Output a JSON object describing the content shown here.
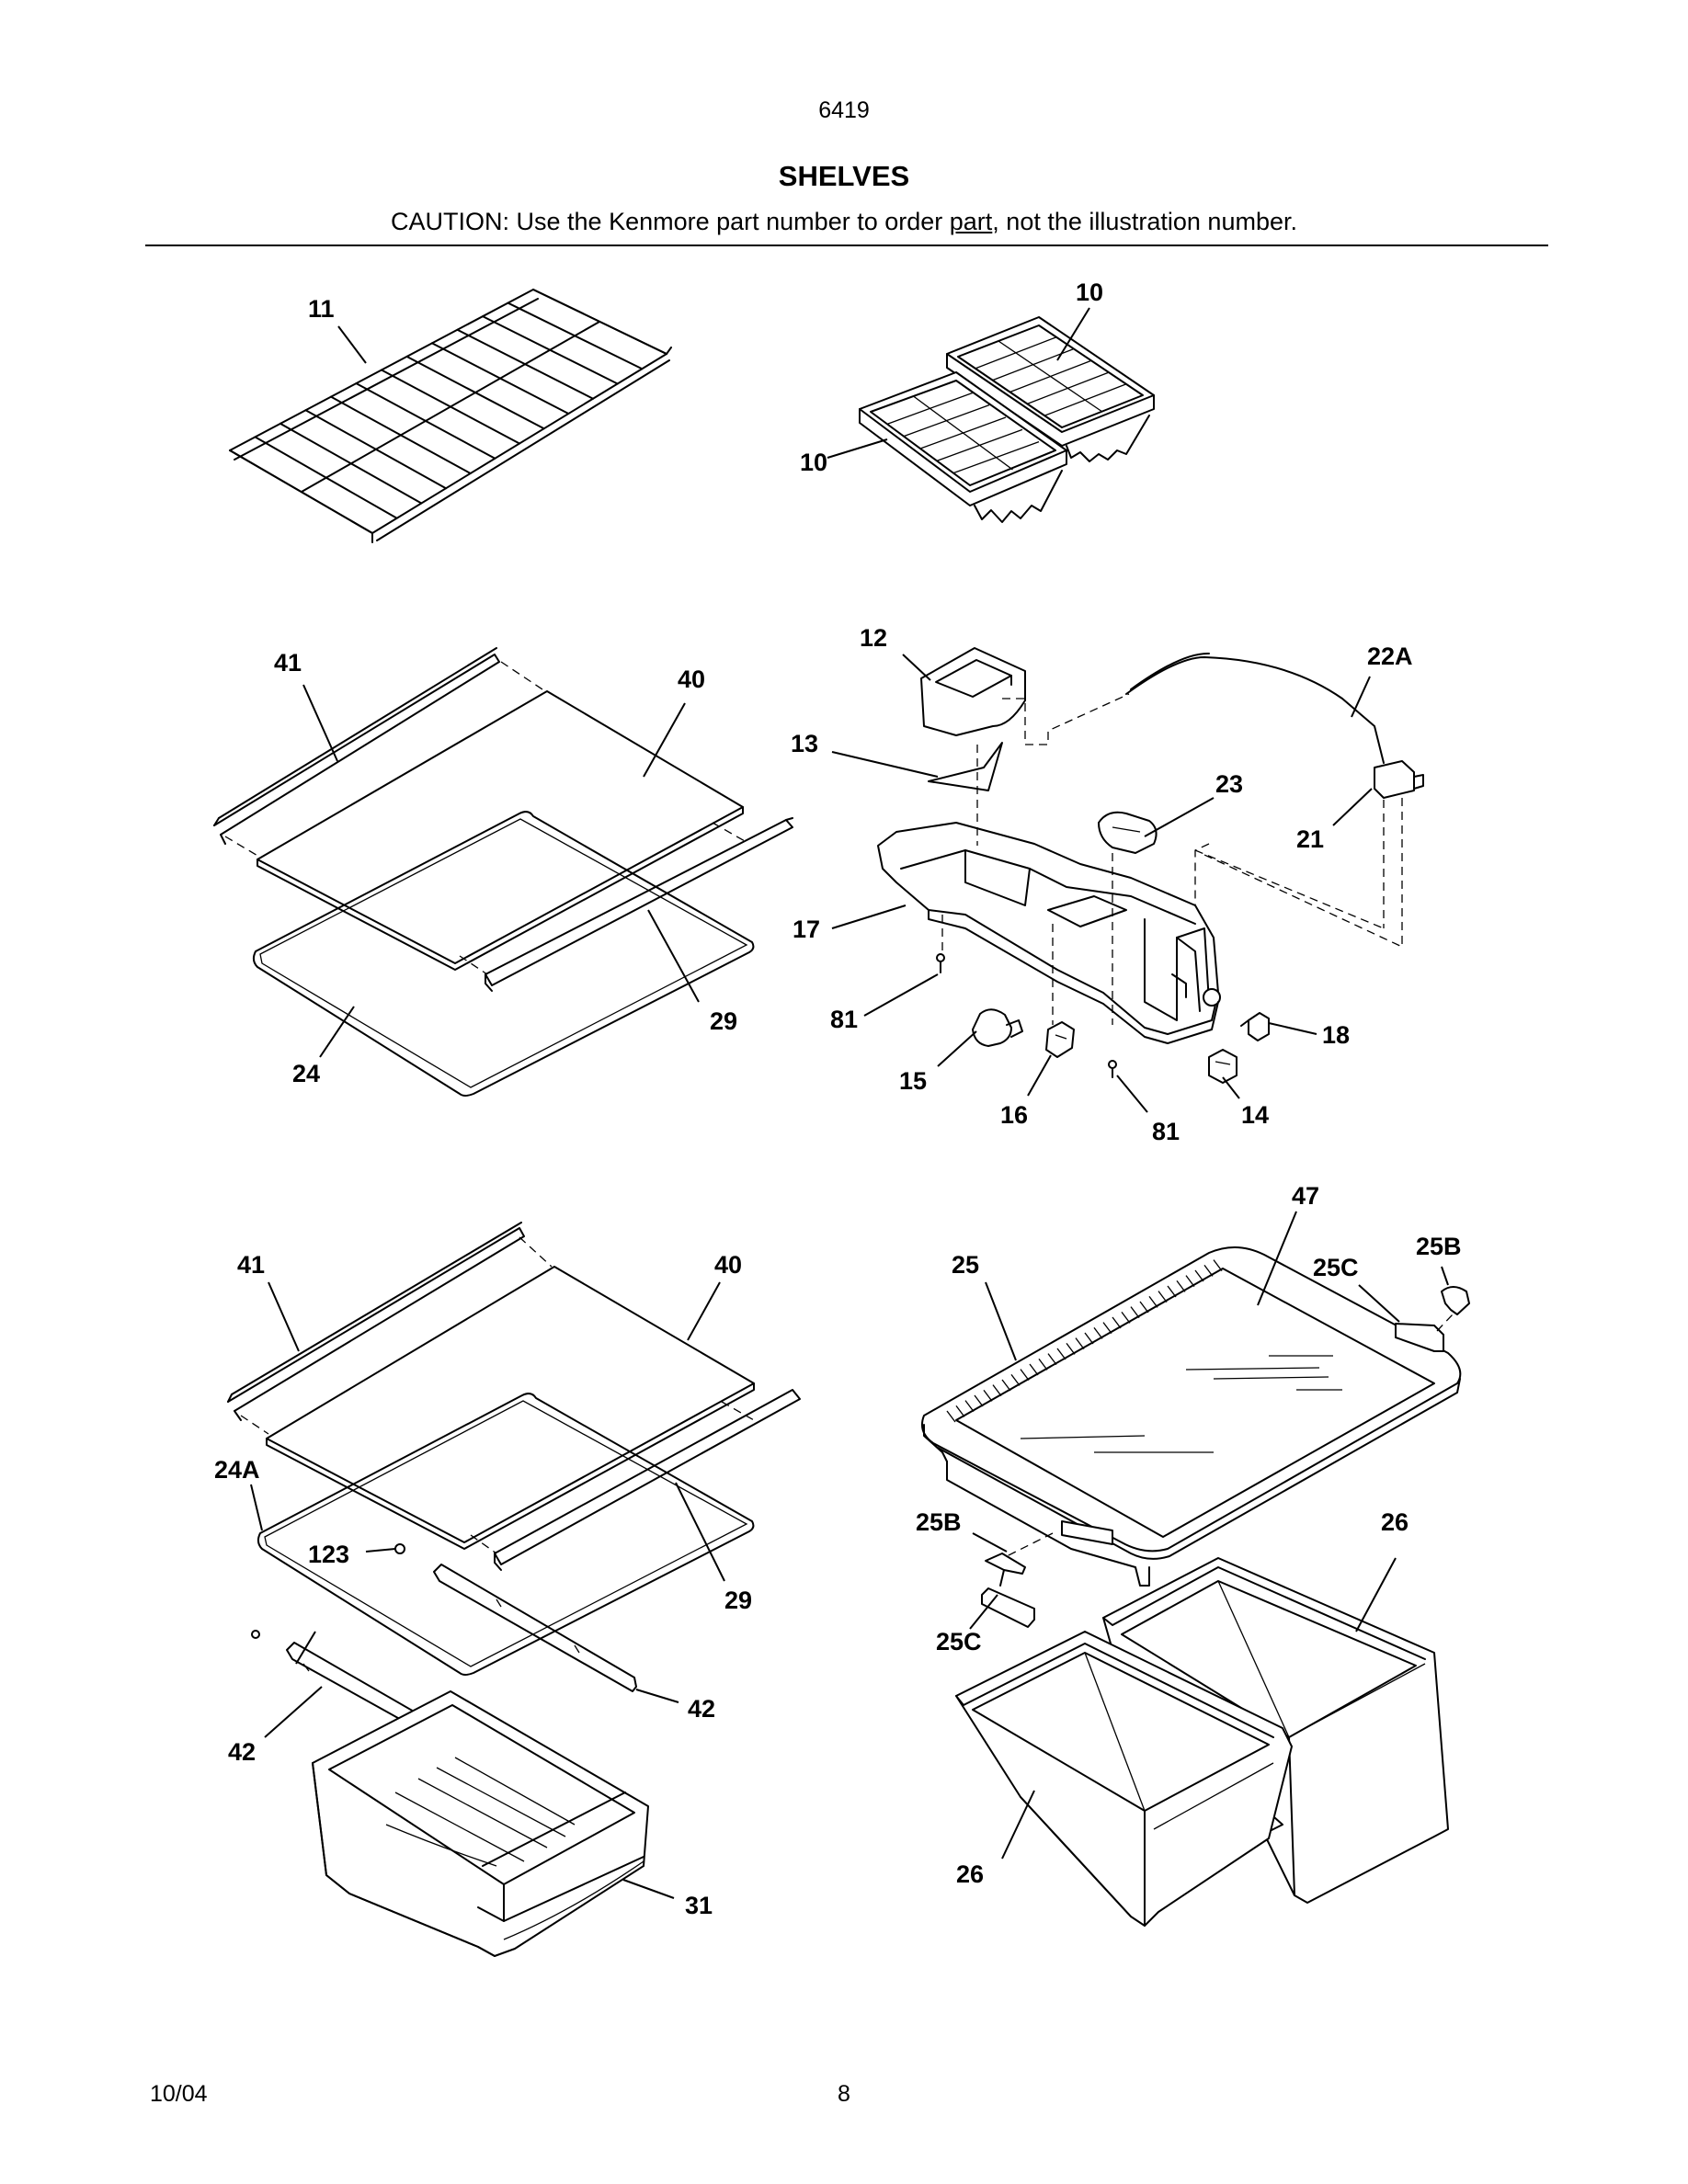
{
  "header": {
    "model": "6419",
    "title": "SHELVES",
    "caution_before": "CAUTION: Use the Kenmore part number to order ",
    "caution_link": "part",
    "caution_after": ", not the illustration number."
  },
  "callouts": {
    "c11": "11",
    "c10a": "10",
    "c10b": "10",
    "c41a": "41",
    "c40a": "40",
    "c29a": "29",
    "c24": "24",
    "c12": "12",
    "c13": "13",
    "c22a": "22A",
    "c23": "23",
    "c21": "21",
    "c17": "17",
    "c81a": "81",
    "c15": "15",
    "c16": "16",
    "c81b": "81",
    "c14": "14",
    "c18": "18",
    "c41b": "41",
    "c40b": "40",
    "c24a": "24A",
    "c123": "123",
    "c29b": "29",
    "c42a": "42",
    "c42b": "42",
    "c31": "31",
    "c47": "47",
    "c25b1": "25B",
    "c25": "25",
    "c25c1": "25C",
    "c25b2": "25B",
    "c26a": "26",
    "c25c2": "25C",
    "c26b": "26"
  },
  "footer": {
    "date": "10/04",
    "page": "8"
  }
}
